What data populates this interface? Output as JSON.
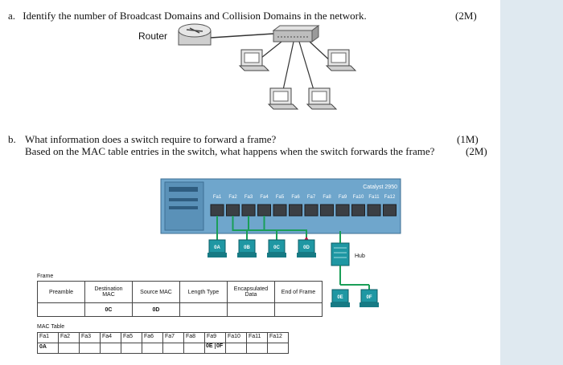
{
  "question_a": {
    "label": "a.",
    "text": "Identify the number of Broadcast Domains and Collision Domains in the network.",
    "marks": "(2M)"
  },
  "question_b": {
    "label": "b.",
    "line1": "What information does a switch require to forward a frame?",
    "marks1": "(1M)",
    "line2": "Based on the MAC table entries in the switch, what happens when the switch forwards the frame?",
    "marks2": "(2M)"
  },
  "diagram_a": {
    "router_label": "Router"
  },
  "diagram_b": {
    "switch_model": "Catalyst 2950",
    "ports": [
      "Fa1",
      "Fa2",
      "Fa3",
      "Fa4",
      "Fa5",
      "Fa6",
      "Fa7",
      "Fa8",
      "Fa9",
      "Fa10",
      "Fa11",
      "Fa12"
    ],
    "hosts": [
      "0A",
      "0B",
      "0C",
      "0D"
    ],
    "hub_label": "Hub",
    "hub_hosts": [
      "0E",
      "0F"
    ]
  },
  "frame": {
    "title": "Frame",
    "headers": [
      "Preamble",
      "Destination MAC",
      "Source MAC",
      "Length Type",
      "Encapsulated Data",
      "End of Frame"
    ],
    "dest_value": "0C",
    "src_value": "0D"
  },
  "mac_table": {
    "title": "MAC Table",
    "ports": [
      "Fa1",
      "Fa2",
      "Fa3",
      "Fa4",
      "Fa5",
      "Fa6",
      "Fa7",
      "Fa8",
      "Fa9",
      "Fa10",
      "Fa11",
      "Fa12"
    ],
    "fa1_entry": "0A",
    "fa9_entries": [
      "0E",
      "0F"
    ]
  },
  "colors": {
    "panel": "#dfe9f0",
    "switch_body": "#6fa6cc",
    "host_teal": "#1f97a3",
    "cable": "#1a9e57",
    "arrow": "#c0143c"
  }
}
